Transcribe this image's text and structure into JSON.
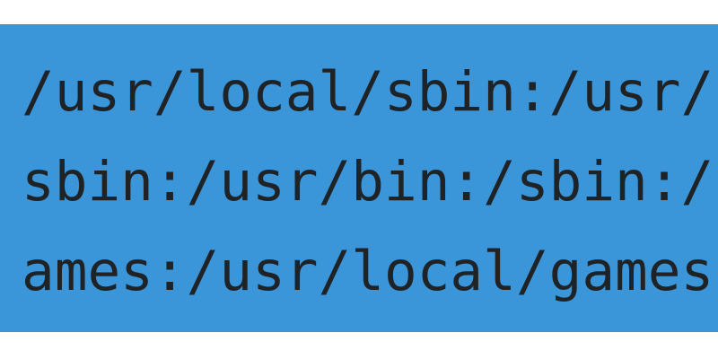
{
  "highlight_color": "#3a95d9",
  "lines": [
    "/usr/local/sbin:/usr/",
    "sbin:/usr/bin:/sbin:/",
    "ames:/usr/local/games"
  ]
}
